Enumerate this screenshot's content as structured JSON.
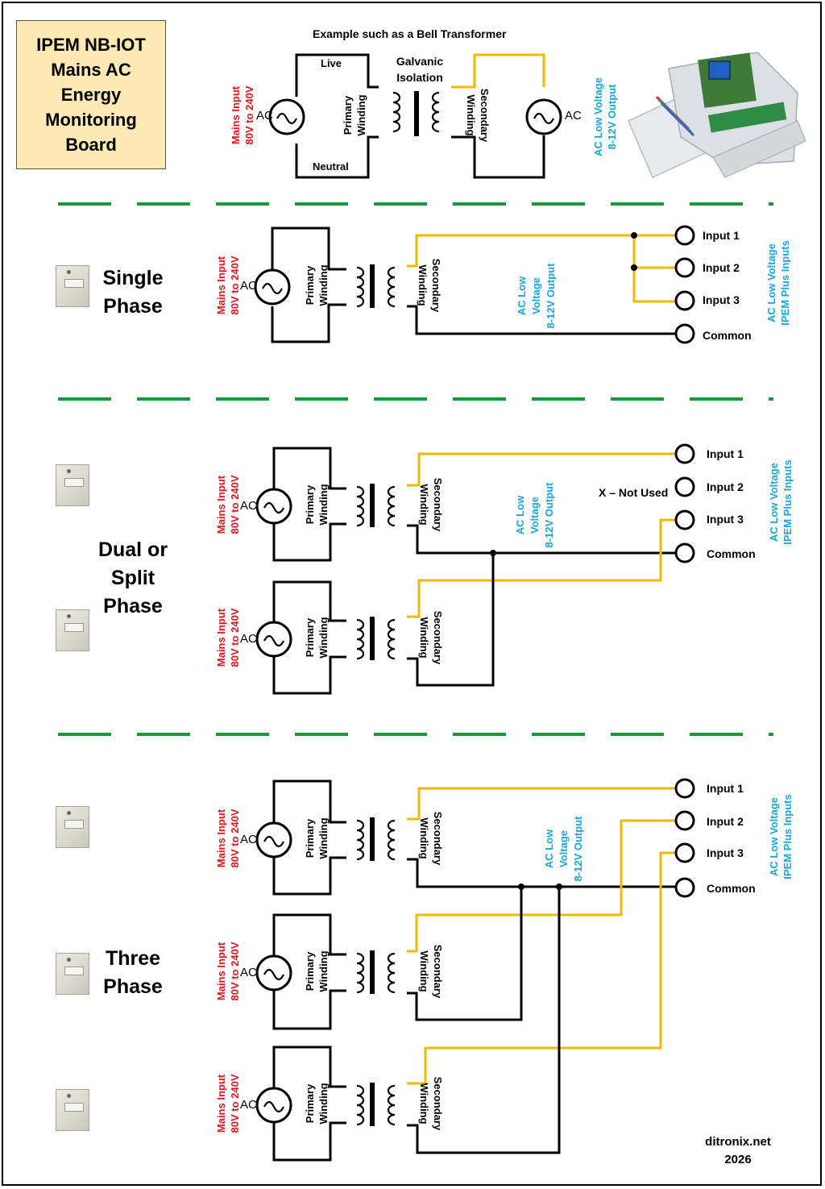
{
  "title": {
    "line1": "IPEM NB-IOT",
    "line2": "Mains AC",
    "line3": "Energy",
    "line4": "Monitoring",
    "line5": "Board"
  },
  "example": {
    "heading": "Example such as a Bell Transformer",
    "live": "Live",
    "neutral": "Neutral",
    "isolation_line1": "Galvanic",
    "isolation_line2": "Isolation",
    "output_line1": "AC Low Voltage",
    "output_line2": "8-12V Output"
  },
  "common": {
    "mains_line1": "Mains Input",
    "mains_line2": "80V to 240V",
    "ac": "AC",
    "primary_line1": "Primary",
    "primary_line2": "Winding",
    "secondary_line1": "Secondary",
    "secondary_line2": "Winding",
    "output_line1": "AC Low",
    "output_line2": "Voltage",
    "output_line3": "8-12V Output",
    "inputs_line1": "AC Low Voltage",
    "inputs_line2": "IPEM Plus Inputs"
  },
  "terminals": {
    "input1": "Input 1",
    "input2": "Input 2",
    "input3": "Input 3",
    "common": "Common",
    "not_used": "X – Not Used"
  },
  "sections": {
    "single": {
      "line1": "Single",
      "line2": "Phase"
    },
    "dual": {
      "line1": "Dual or",
      "line2": "Split",
      "line3": "Phase"
    },
    "three": {
      "line1": "Three",
      "line2": "Phase"
    }
  },
  "footer": {
    "site": "ditronix.net",
    "year": "2026"
  },
  "colors": {
    "wire": "#000000",
    "live_wire": "#f5b800",
    "divider": "#1a9a3c",
    "mains_text": "#e8141c",
    "output_text": "#17a6df",
    "title_bg": "#fde9b3"
  }
}
